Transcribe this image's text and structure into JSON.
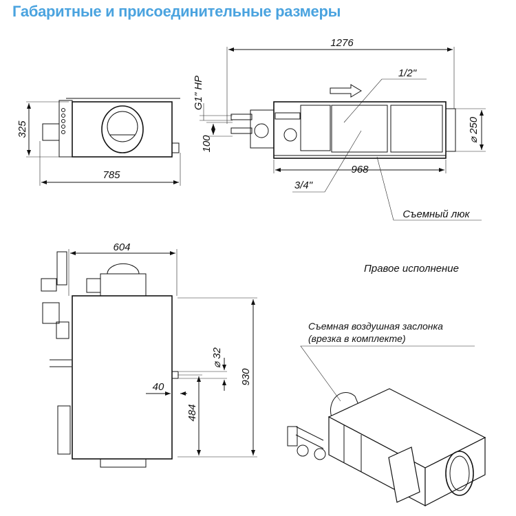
{
  "title": "Габаритные и присоединительные размеры",
  "front_view": {
    "height": "325",
    "width": "785"
  },
  "side_view": {
    "length": "1276",
    "body_length": "968",
    "duct_diameter": "⌀ 250",
    "connection_thread": "G1\" HP",
    "pipe_spacing": "100",
    "pipe_top": "1/2\"",
    "pipe_bottom": "3/4\"",
    "hatch_label": "Съемный люк"
  },
  "top_view": {
    "width": "604",
    "length": "930",
    "drain_offset": "484",
    "drain_diameter": "⌀ 32",
    "drain_length": "40"
  },
  "variant_label": "Правое исполнение",
  "damper_note": {
    "line1": "Съемная воздушная заслонка",
    "line2": "(врезка в комплекте)"
  }
}
